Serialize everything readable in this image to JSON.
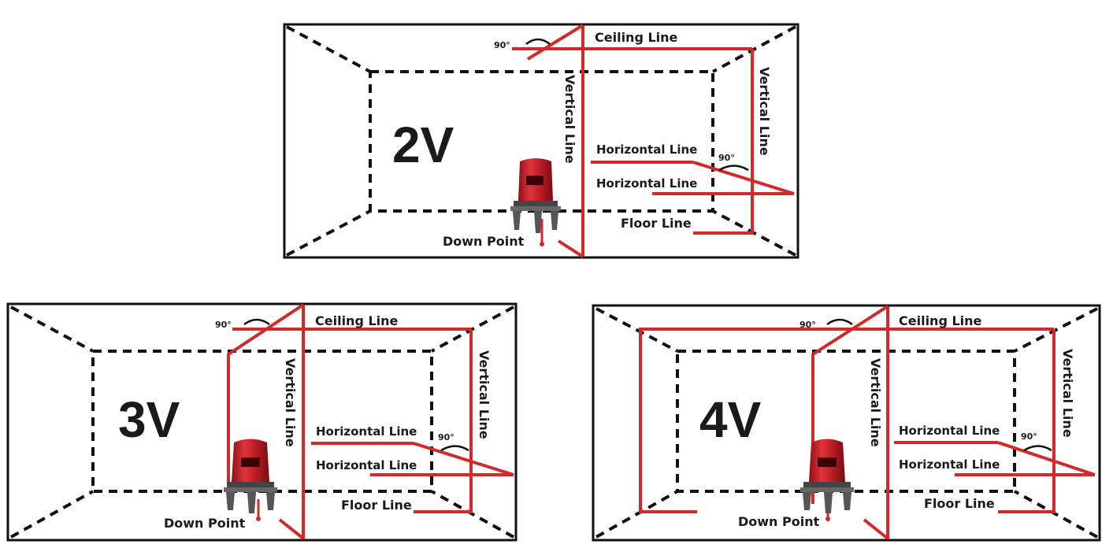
{
  "colors": {
    "laser": "#d22a2a",
    "frame": "#111111",
    "device_red": "#c8202a",
    "device_dark": "#333333"
  },
  "icons": [
    "laser-level-icon",
    "rotation-arrow-icon",
    "down-point-dot"
  ],
  "panels": [
    {
      "id": "2v",
      "mode": "2V",
      "ceiling": "Ceiling Line",
      "vertical_1": "Vertical Line",
      "vertical_2": "Vertical Line",
      "horizontal_1": "Horizontal Line",
      "horizontal_2": "Horizontal Line",
      "floor": "Floor Line",
      "down": "Down Point",
      "angle_top": "90°",
      "angle_side": "90°"
    },
    {
      "id": "3v",
      "mode": "3V",
      "ceiling": "Ceiling Line",
      "vertical_1": "Vertical Line",
      "vertical_2": "Vertical Line",
      "horizontal_1": "Horizontal Line",
      "horizontal_2": "Horizontal Line",
      "floor": "Floor Line",
      "down": "Down Point",
      "angle_top": "90°",
      "angle_side": "90°"
    },
    {
      "id": "4v",
      "mode": "4V",
      "ceiling": "Ceiling Line",
      "vertical_1": "Vertical Line",
      "vertical_2": "Vertical Line",
      "horizontal_1": "Horizontal Line",
      "horizontal_2": "Horizontal Line",
      "floor": "Floor Line",
      "down": "Down Point",
      "angle_top": "90°",
      "angle_side": "90°"
    }
  ]
}
